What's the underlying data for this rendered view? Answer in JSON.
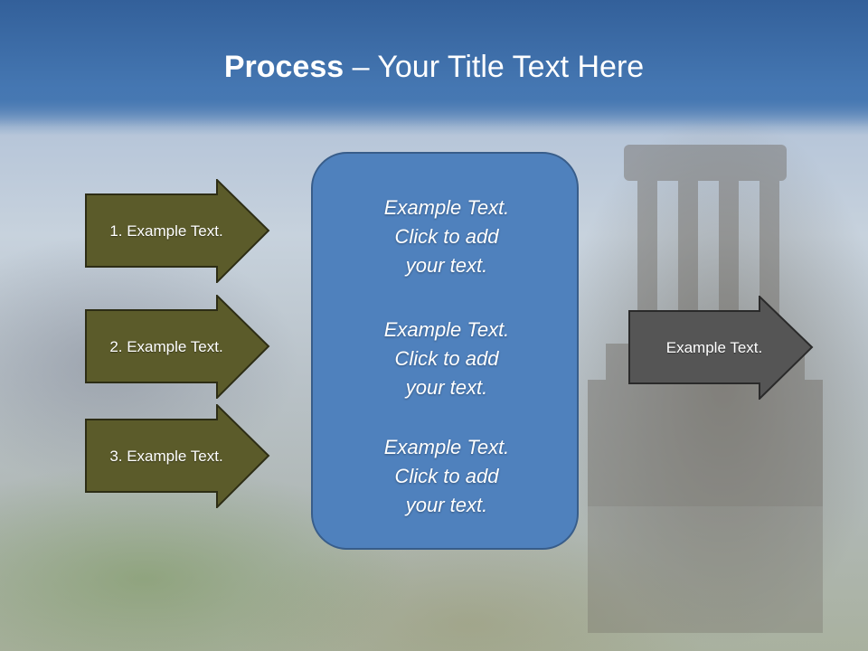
{
  "title": {
    "bold": "Process",
    "rest": " – Your Title Text Here"
  },
  "colors": {
    "arrow_olive": "#5b5b2a",
    "arrow_gray": "#555555",
    "center_blue": "#4f81bd",
    "title_blue": "#3a67a0"
  },
  "left_arrows": [
    {
      "label": "1. Example Text."
    },
    {
      "label": "2. Example Text."
    },
    {
      "label": "3. Example Text."
    }
  ],
  "center": {
    "blocks": [
      {
        "line1": "Example Text.",
        "line2": "Click  to add",
        "line3": "your text."
      },
      {
        "line1": "Example Text.",
        "line2": "Click  to add",
        "line3": "your text."
      },
      {
        "line1": "Example Text.",
        "line2": "Click  to add",
        "line3": "your text."
      }
    ]
  },
  "right_arrow": {
    "label": "Example Text."
  }
}
